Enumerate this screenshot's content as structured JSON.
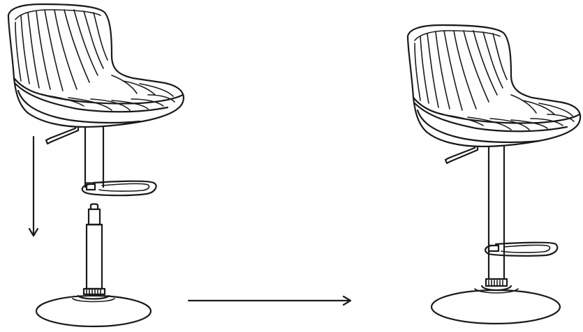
{
  "figure": {
    "background_color": "#ffffff",
    "ink_color": "#1a1a1a",
    "steps": [
      {
        "state": "disassembled",
        "parts": [
          "seat",
          "gas-lift-lever",
          "column-sleeve",
          "footrest-ring",
          "gas-cylinder",
          "base-plate"
        ]
      },
      {
        "state": "assembled",
        "parts": [
          "seat",
          "gas-lift-lever",
          "column",
          "footrest-ring",
          "base-plate"
        ]
      }
    ],
    "arrows": [
      {
        "role": "insert-downward",
        "direction": "down"
      },
      {
        "role": "result",
        "direction": "right"
      }
    ]
  }
}
